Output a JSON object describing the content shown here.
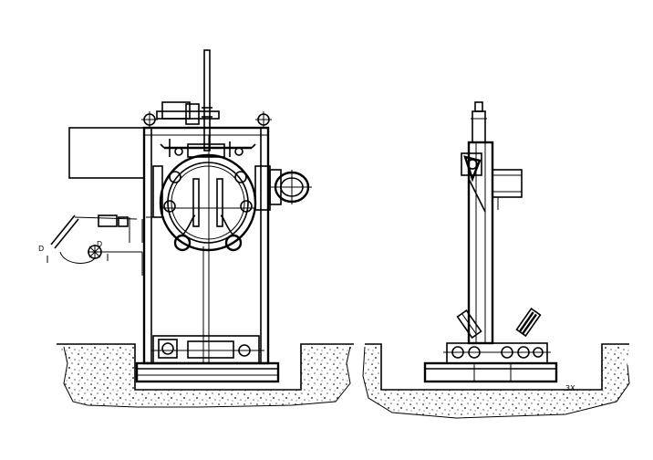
{
  "drawing": {
    "labels": {
      "d_left": "D",
      "d_right": "D",
      "tag": "3X"
    },
    "line_color": "#000000",
    "ground_color": "#000000",
    "background": "#ffffff"
  }
}
